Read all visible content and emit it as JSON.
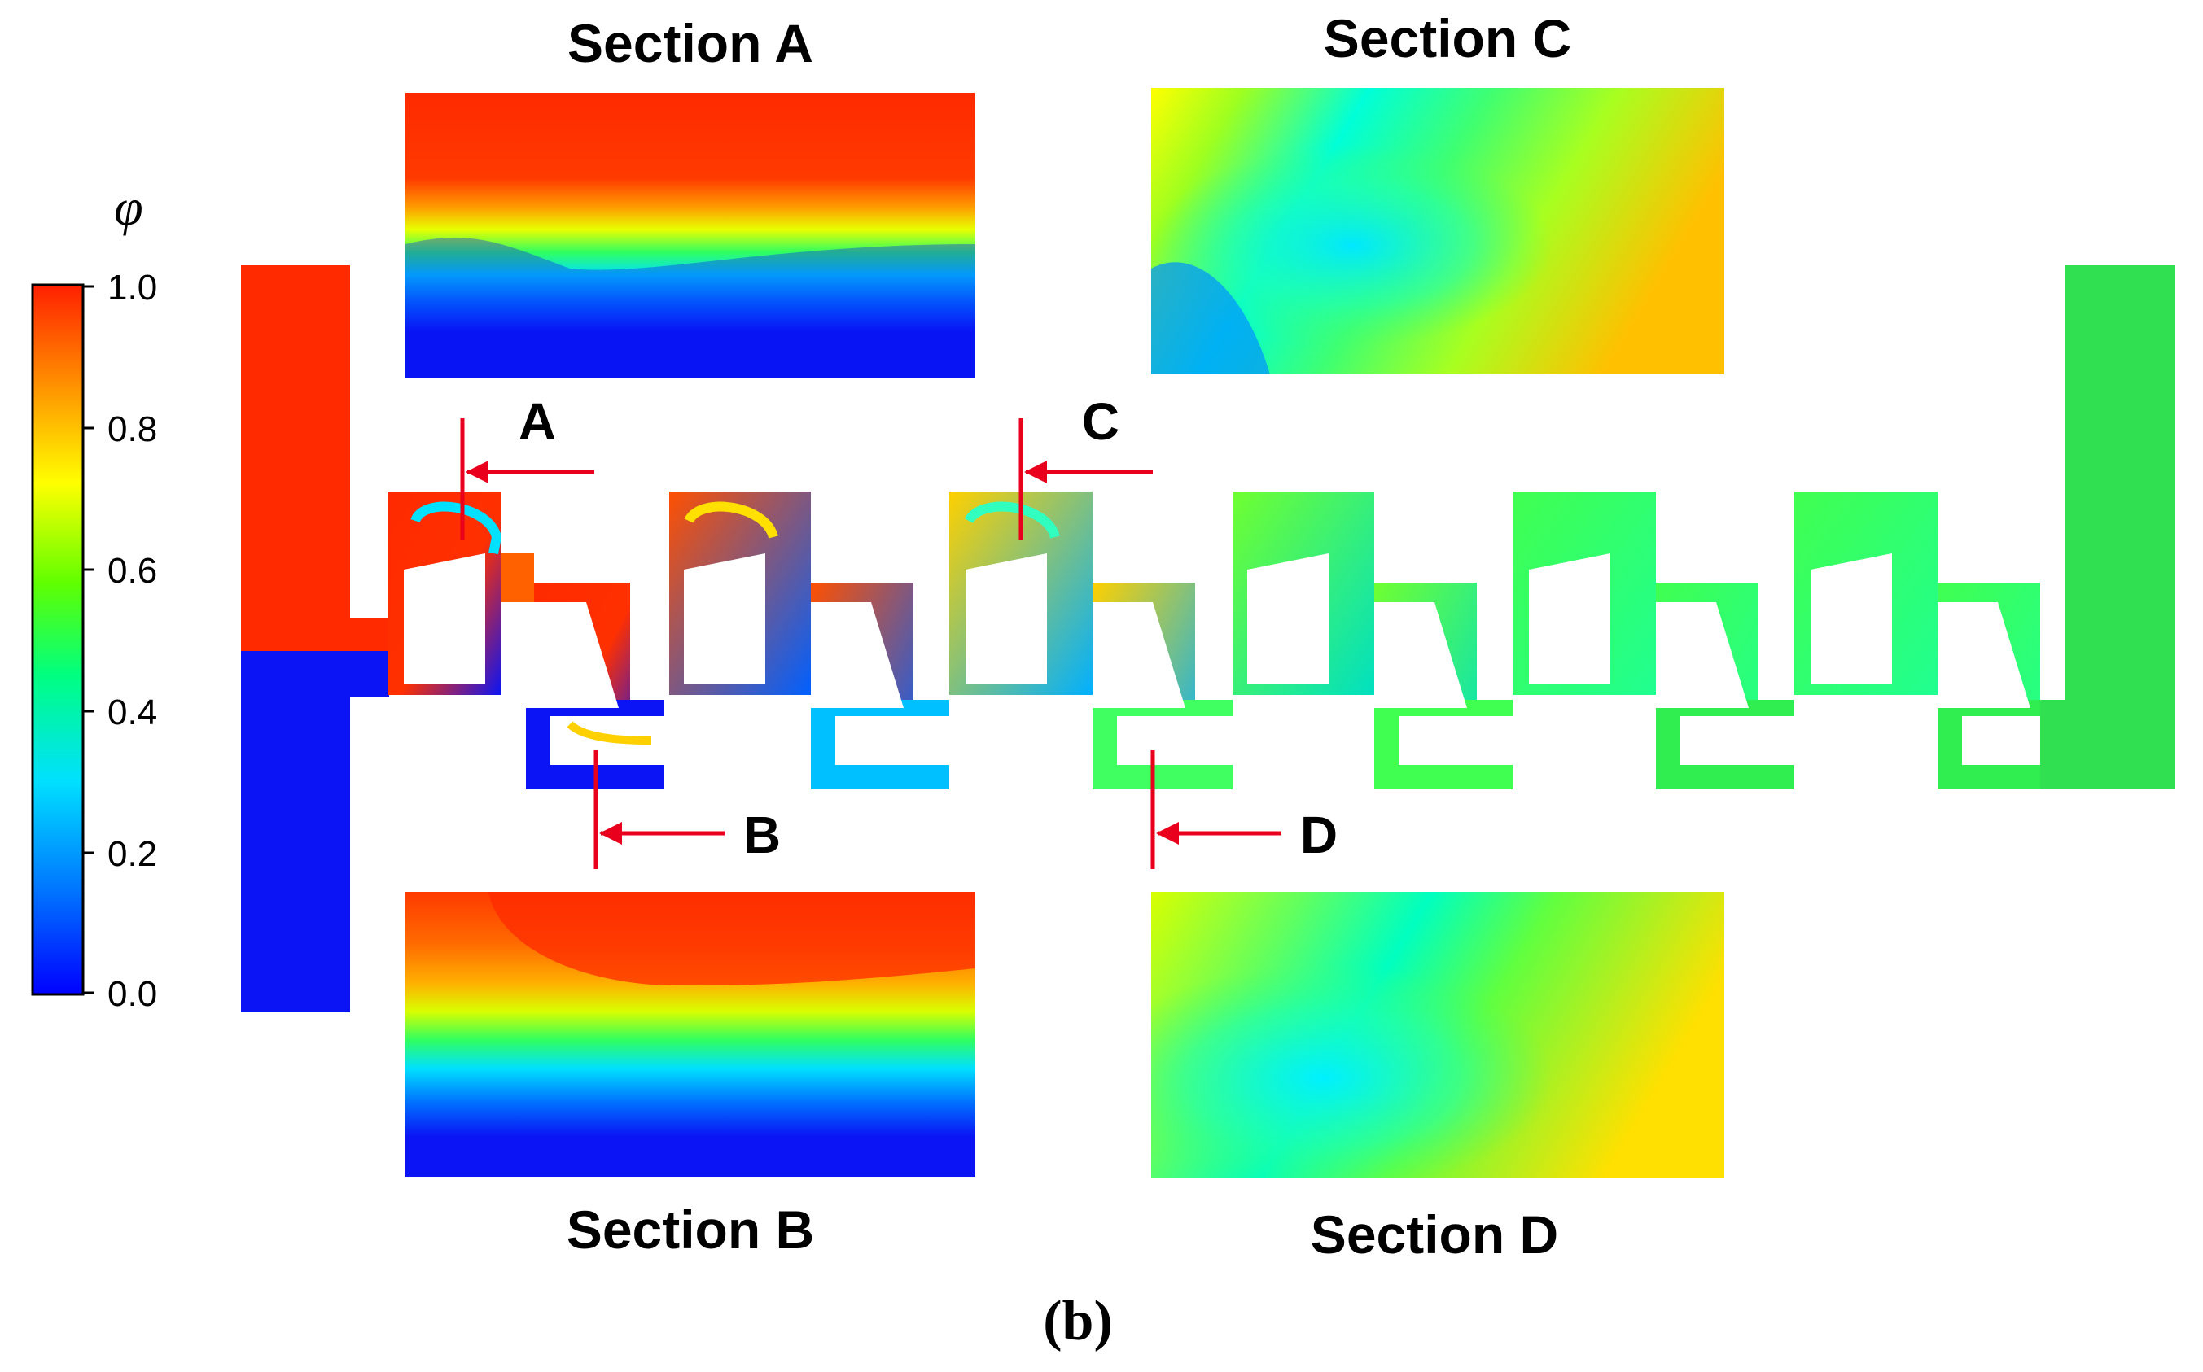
{
  "colorbar": {
    "symbol": "φ",
    "ticks": [
      "1.0",
      "0.8",
      "0.6",
      "0.4",
      "0.2",
      "0.0"
    ],
    "colors": [
      "#0000ff",
      "#0070ff",
      "#00e0ff",
      "#00ff80",
      "#60ff00",
      "#ffff00",
      "#ff9000",
      "#ff2000"
    ]
  },
  "sections": {
    "a_title": "Section A",
    "b_title": "Section B",
    "c_title": "Section C",
    "d_title": "Section D"
  },
  "markers": {
    "a": "A",
    "b": "B",
    "c": "C",
    "d": "D"
  },
  "caption": "(b)",
  "colors": {
    "red": "#ff2a00",
    "blue": "#0a14f5",
    "green": "#25e04a",
    "arrow": "#e8001c"
  }
}
